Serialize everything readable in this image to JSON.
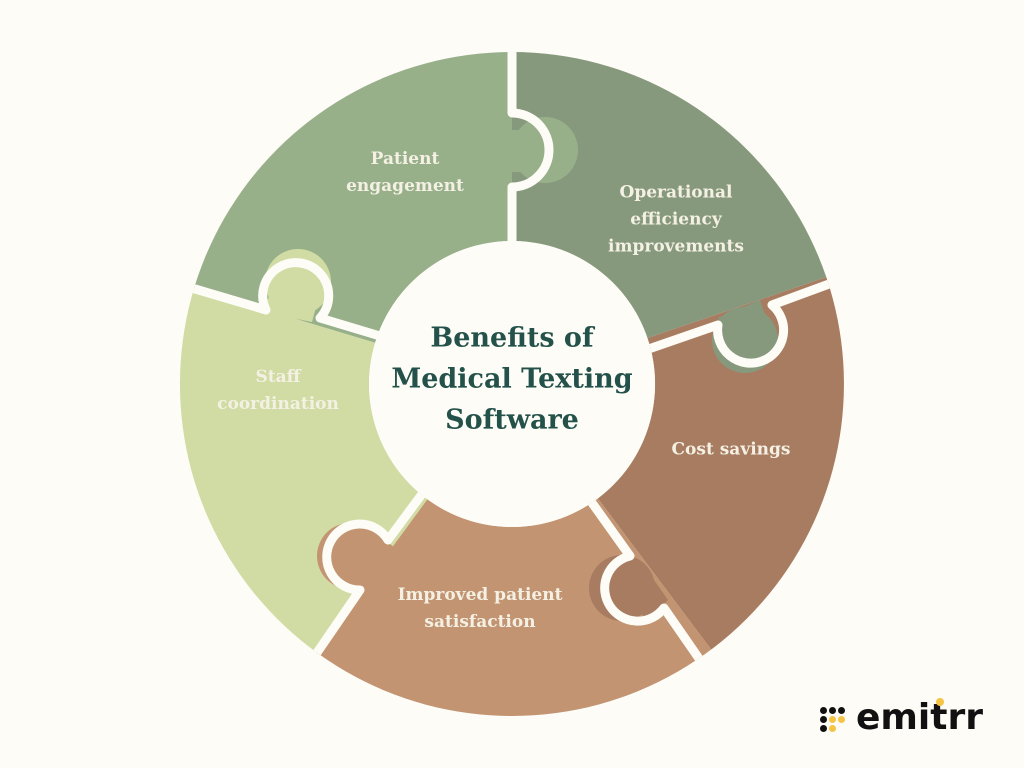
{
  "title": {
    "line1": "Benefits of",
    "line2": "Medical Texting",
    "line3": "Software"
  },
  "segments": [
    {
      "id": "patient-engagement",
      "line1": "Patient",
      "line2": "engagement",
      "color": "#97b08a"
    },
    {
      "id": "operational-efficiency",
      "line1": "Operational",
      "line2": "efficiency",
      "line3": "improvements",
      "color": "#87997d"
    },
    {
      "id": "cost-savings",
      "line1": "Cost savings",
      "color": "#a87c61"
    },
    {
      "id": "improved-patient-satisfaction",
      "line1": "Improved patient",
      "line2": "satisfaction",
      "color": "#c39472"
    },
    {
      "id": "staff-coordination",
      "line1": "Staff",
      "line2": "coordination",
      "color": "#d0dca3"
    }
  ],
  "colors": {
    "background": "#fdfcf6",
    "title": "#24524b",
    "label_text": "#f4f1e4",
    "logo_text": "#111111",
    "logo_accent": "#f5c443"
  },
  "logo": {
    "text": "emitrr"
  }
}
